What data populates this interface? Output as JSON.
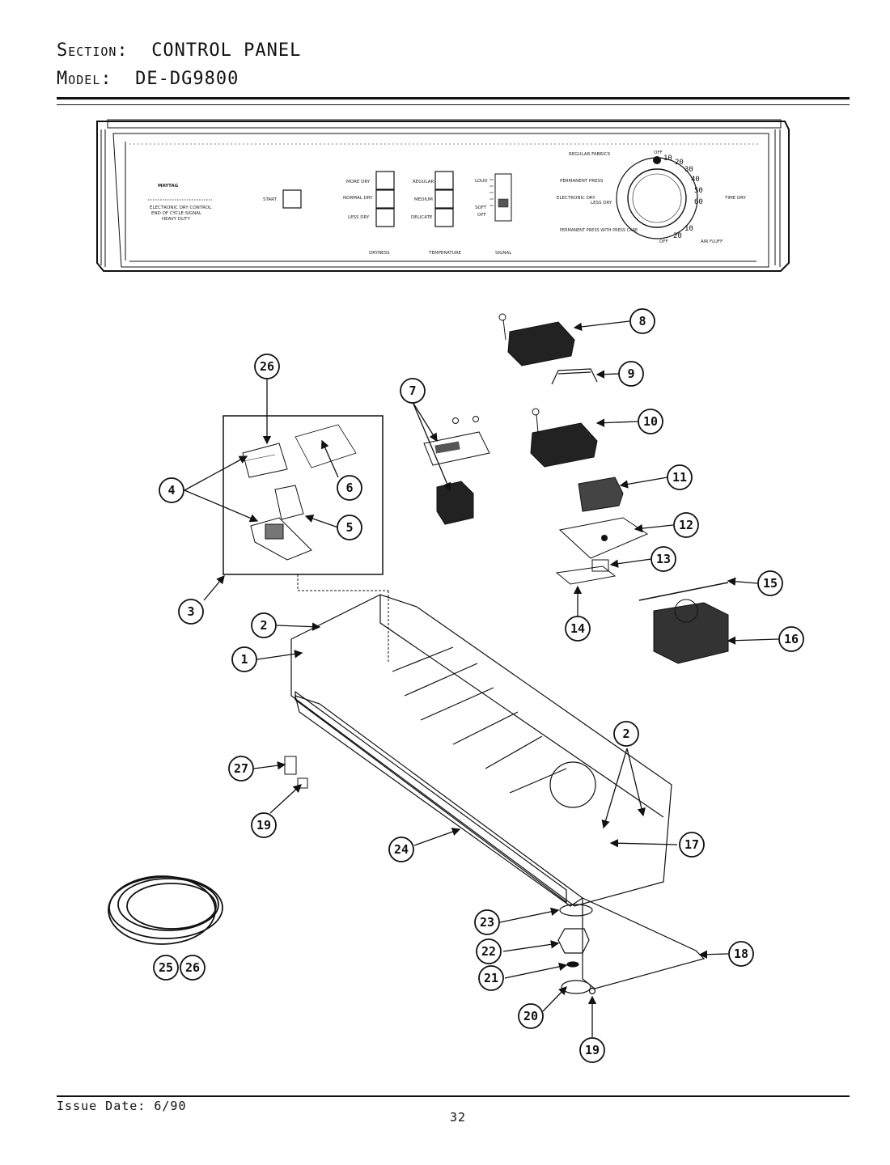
{
  "header": {
    "section_label": "Section:",
    "section_value": "CONTROL PANEL",
    "model_label": "Model:",
    "model_value": "DE-DG9800"
  },
  "panel": {
    "brand": "MAYTAG",
    "feature_lines": [
      "ELECTRONIC DRY CONTROL",
      "END OF CYCLE SIGNAL",
      "HEAVY DUTY"
    ],
    "start_label": "START",
    "dryness_buttons": [
      "MORE DRY",
      "NORMAL DRY",
      "LESS DRY"
    ],
    "temperature_buttons": [
      "REGULAR",
      "MEDIUM",
      "DELICATE"
    ],
    "signal_labels": [
      "LOUD",
      "SOFT",
      "OFF"
    ],
    "section_labels": [
      "DRYNESS",
      "TEMPERATURE",
      "SIGNAL"
    ],
    "dial_labels": {
      "regular_fabrics": "REGULAR FABRICS",
      "permanent_press": "PERMANENT PRESS",
      "electronic_dry": "ELECTRONIC DRY",
      "less_dry": "LESS DRY",
      "permanent_press_care": "PERMANENT PRESS WITH PRESS CARE",
      "time_dry": "TIME DRY",
      "air_fluff": "AIR FLUFF",
      "off_top": "OFF",
      "off_bottom": "OFF"
    },
    "dial_numbers": [
      "10",
      "20",
      "30",
      "40",
      "50",
      "60",
      "10",
      "20"
    ]
  },
  "callouts": [
    "26",
    "7",
    "8",
    "9",
    "10",
    "11",
    "12",
    "13",
    "14",
    "15",
    "16",
    "4",
    "6",
    "5",
    "3",
    "2",
    "1",
    "2",
    "27",
    "19",
    "24",
    "17",
    "23",
    "22",
    "21",
    "20",
    "19",
    "18",
    "25",
    "26"
  ],
  "footer": {
    "issue_date": "Issue Date: 6/90",
    "page_number": "32"
  }
}
